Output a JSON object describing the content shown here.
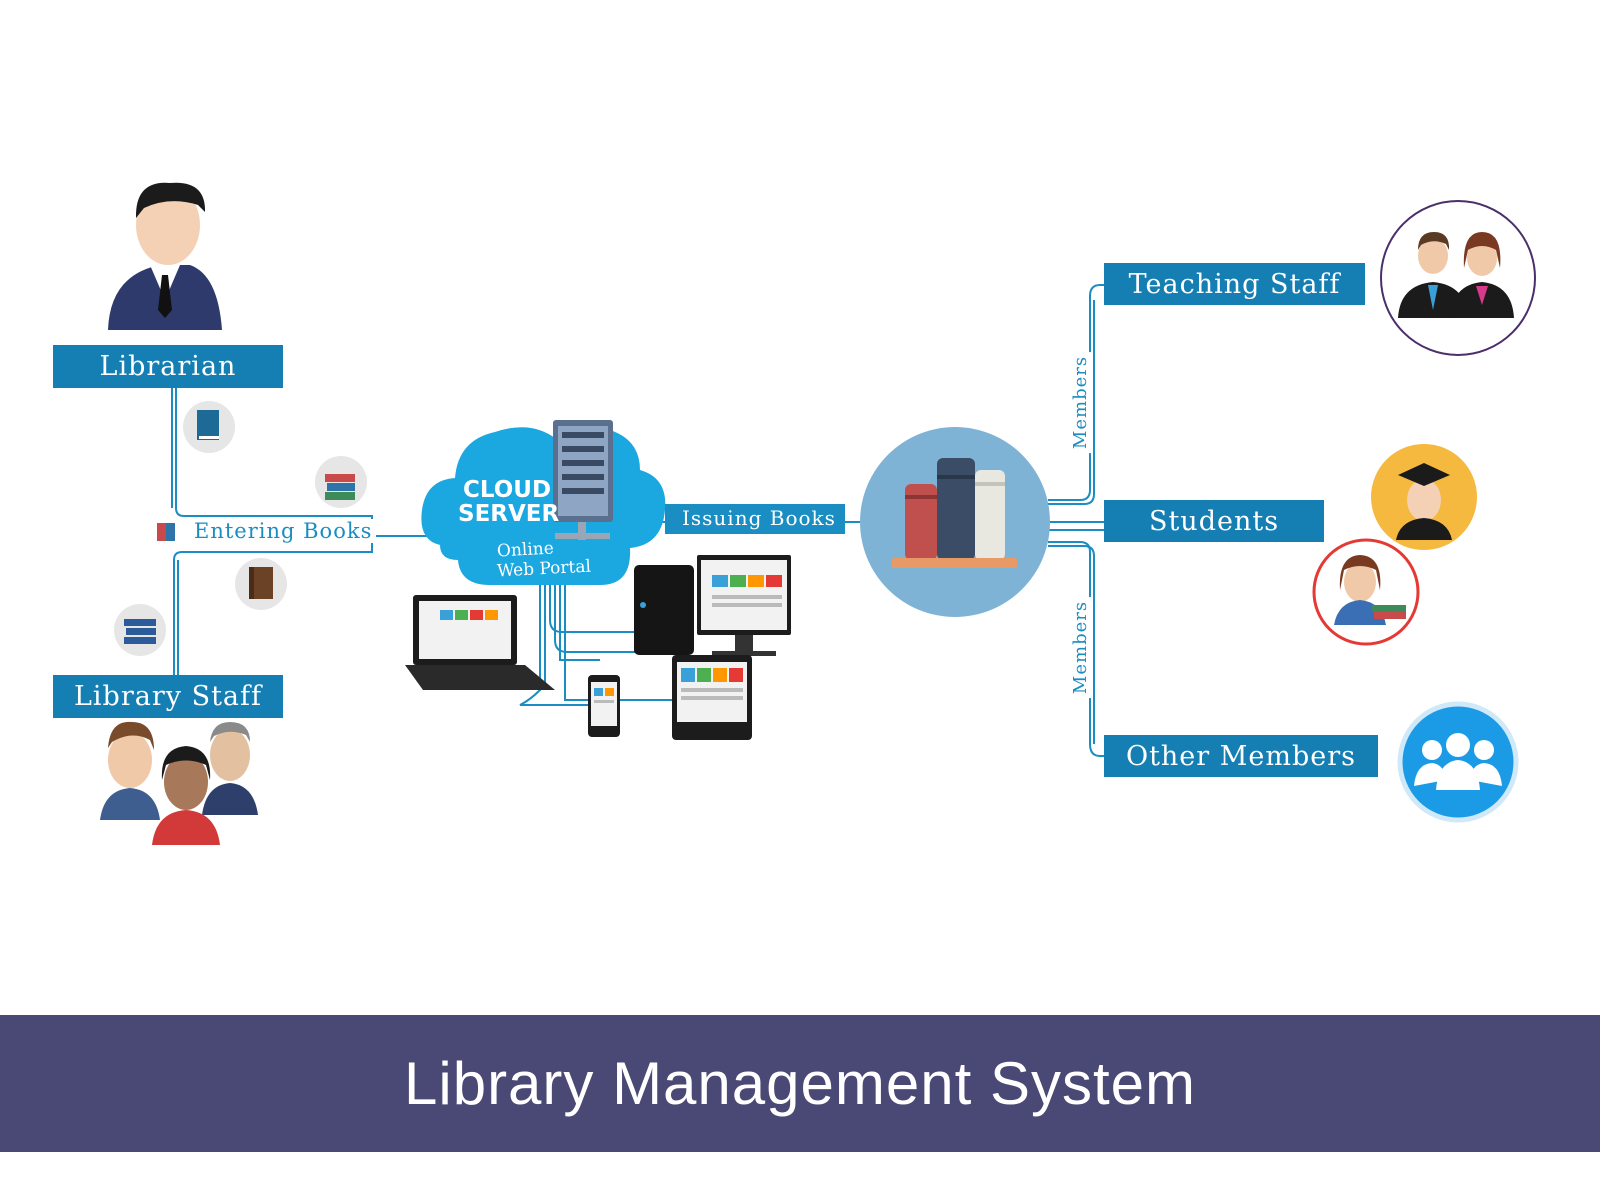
{
  "title": "Library Management System",
  "roles": {
    "librarian": "Librarian",
    "library_staff": "Library Staff"
  },
  "flows": {
    "entering": "Entering Books",
    "issuing": "Issuing Books"
  },
  "server": {
    "line1": "CLOUD",
    "line2": "SERVER",
    "sub1": "Online",
    "sub2": "Web Portal"
  },
  "members_label": "Members",
  "member_groups": {
    "teaching": "Teaching Staff",
    "students": "Students",
    "other": "Other Members"
  },
  "colors": {
    "accent": "#157fb4",
    "line": "#1a8dc2",
    "footer": "#4a4874",
    "hub": "#7fb3d6"
  }
}
